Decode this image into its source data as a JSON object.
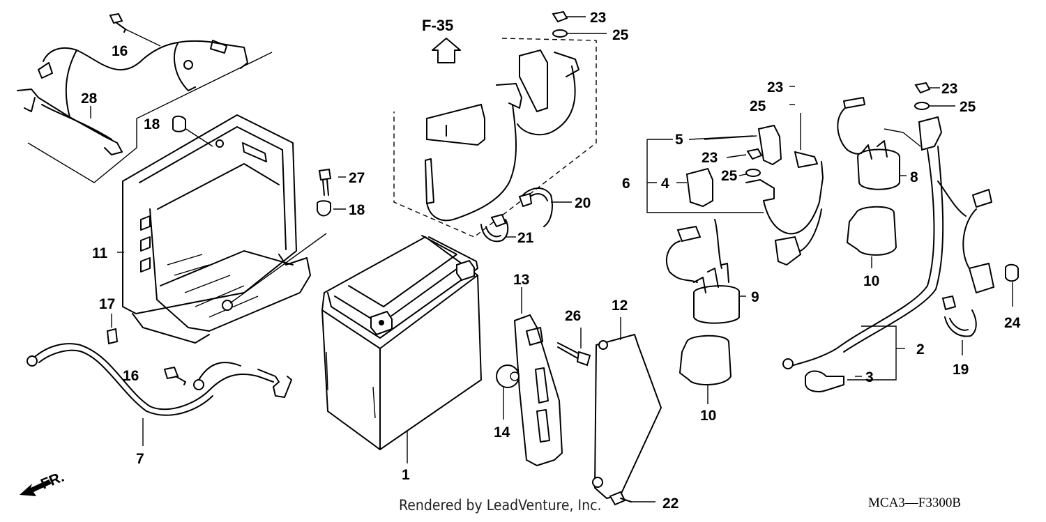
{
  "diagram": {
    "section_ref": "F-35",
    "direction_label": "FR.",
    "drawing_code": "MCA3—F3300B",
    "credit": "Rendered by LeadVenture, Inc.",
    "callouts": [
      {
        "id": "c1",
        "text": "1"
      },
      {
        "id": "c2",
        "text": "2"
      },
      {
        "id": "c3",
        "text": "3"
      },
      {
        "id": "c4",
        "text": "4"
      },
      {
        "id": "c5",
        "text": "5"
      },
      {
        "id": "c6",
        "text": "6"
      },
      {
        "id": "c7",
        "text": "7"
      },
      {
        "id": "c8",
        "text": "8"
      },
      {
        "id": "c9",
        "text": "9"
      },
      {
        "id": "c10a",
        "text": "10"
      },
      {
        "id": "c10b",
        "text": "10"
      },
      {
        "id": "c11",
        "text": "11"
      },
      {
        "id": "c12",
        "text": "12"
      },
      {
        "id": "c13",
        "text": "13"
      },
      {
        "id": "c14",
        "text": "14"
      },
      {
        "id": "c16a",
        "text": "16"
      },
      {
        "id": "c16b",
        "text": "16"
      },
      {
        "id": "c17",
        "text": "17"
      },
      {
        "id": "c18a",
        "text": "18"
      },
      {
        "id": "c18b",
        "text": "18"
      },
      {
        "id": "c19",
        "text": "19"
      },
      {
        "id": "c20",
        "text": "20"
      },
      {
        "id": "c21",
        "text": "21"
      },
      {
        "id": "c22",
        "text": "22"
      },
      {
        "id": "c23a",
        "text": "23"
      },
      {
        "id": "c23b",
        "text": "23"
      },
      {
        "id": "c23c",
        "text": "23"
      },
      {
        "id": "c23d",
        "text": "23"
      },
      {
        "id": "c24",
        "text": "24"
      },
      {
        "id": "c25a",
        "text": "25"
      },
      {
        "id": "c25b",
        "text": "25"
      },
      {
        "id": "c25c",
        "text": "25"
      },
      {
        "id": "c25d",
        "text": "25"
      },
      {
        "id": "c26",
        "text": "26"
      },
      {
        "id": "c27",
        "text": "27"
      },
      {
        "id": "c28",
        "text": "28"
      }
    ]
  }
}
